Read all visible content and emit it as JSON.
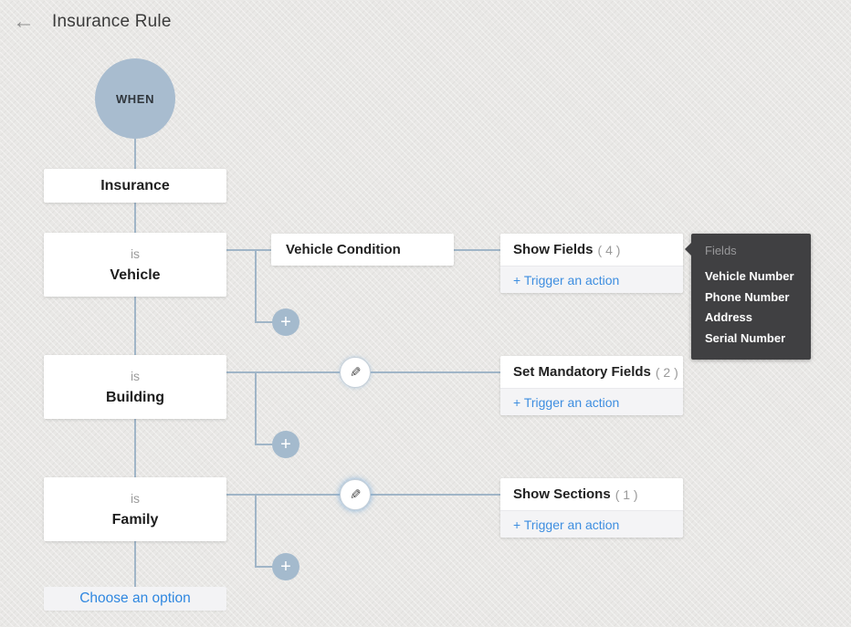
{
  "header": {
    "title": "Insurance Rule",
    "back_icon": "←"
  },
  "flow": {
    "when_label": "WHEN",
    "root_field": "Insurance",
    "branches": [
      {
        "operator": "is",
        "value": "Vehicle"
      },
      {
        "operator": "is",
        "value": "Building"
      },
      {
        "operator": "is",
        "value": "Family"
      }
    ],
    "vehicle_condition_label": "Vehicle Condition",
    "actions": [
      {
        "title": "Show Fields",
        "count": "( 4 )"
      },
      {
        "title": "Set Mandatory Fields",
        "count": "( 2 )"
      },
      {
        "title": "Show Sections",
        "count": "( 1 )"
      }
    ],
    "trigger_action_label": "+ Trigger an action",
    "choose_option_label": "Choose an option",
    "plus_icon": "+",
    "pencil_icon": "✎"
  },
  "tooltip": {
    "title": "Fields",
    "items": [
      "Vehicle Number",
      "Phone Number",
      "Address",
      "Serial Number"
    ]
  },
  "colors": {
    "accent_blue": "#2f87e0",
    "node_fill": "#a8bccf",
    "connector": "#a0b5c7",
    "tooltip_bg": "#404042",
    "canvas_bg": "#e9e8e6"
  }
}
